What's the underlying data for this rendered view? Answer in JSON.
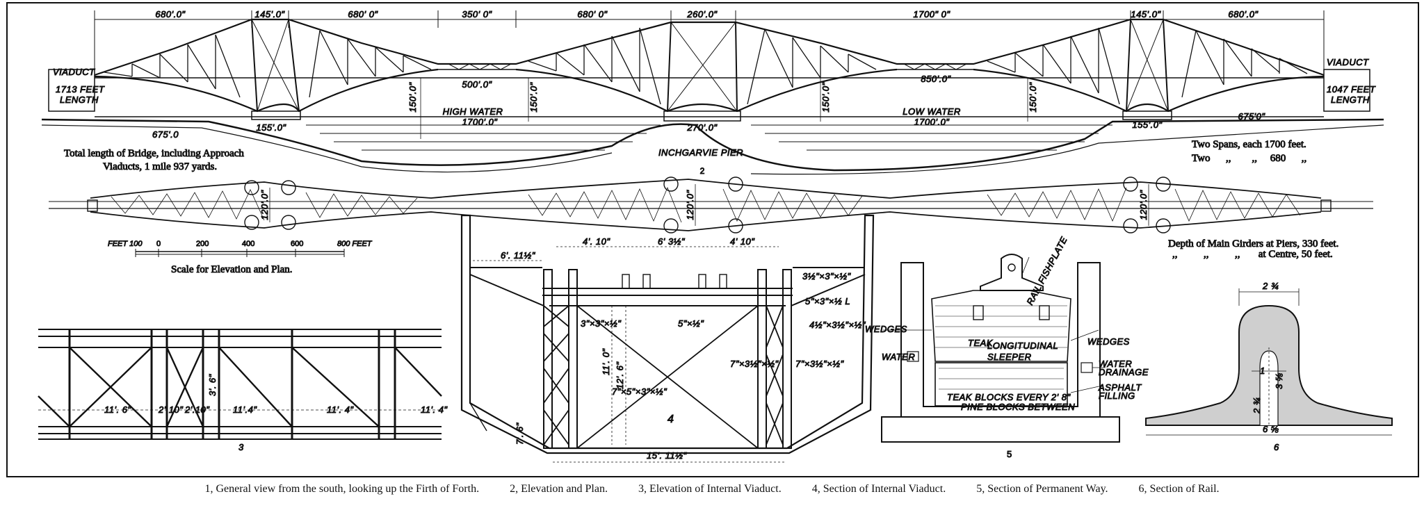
{
  "elevation": {
    "top_dims": [
      "680'.0\"",
      "145'.0\"",
      "680' 0\"",
      "350' 0\"",
      "680' 0\"",
      "260'.0\"",
      "1700\" 0\"",
      "145'.0\"",
      "680'.0\""
    ],
    "viaduct_left": "VIADUCT",
    "viaduct_right": "VIADUCT",
    "left_length": [
      "1713 FEET",
      "LENGTH"
    ],
    "right_length": [
      "1047 FEET",
      "LENGTH"
    ],
    "span_500": "500'.0\"",
    "span_850": "850'.0\"",
    "heights": [
      "150'.0\"",
      "150'.0\"",
      "150'.0\"",
      "150'.0\""
    ],
    "high_water": "HIGH WATER",
    "low_water": "LOW WATER",
    "span_1700_a": "1700'.0\"",
    "span_1700_b": "1700'.0\"",
    "base_675_left": "675'.0",
    "base_155_left": "155'.0\"",
    "base_270": "270'.0\"",
    "base_155_right": "155'.0\"",
    "base_675_right": "675'0\"",
    "pier": "INCHGARVIE PIER",
    "fig_no": "2",
    "total_length": [
      "Total length of Bridge, including Approach",
      "Viaducts, 1 mile 937 yards."
    ],
    "spans_note": [
      "Two Spans, each 1700 feet.",
      "Two      ,,        ,,     680      ,,"
    ]
  },
  "plan": {
    "widths": [
      "120'.0\"",
      "120'.0\"",
      "120'.0\""
    ]
  },
  "scale": {
    "feet": "FEET 100",
    "ticks": [
      "0",
      "200",
      "400",
      "600",
      "800 FEET"
    ],
    "caption": "Scale for Elevation and Plan."
  },
  "depth_note": [
    "Depth of Main Girders at Piers, 330 feet.",
    ",,          ,,          ,,       at Centre, 50 feet."
  ],
  "fig3": {
    "dims": [
      "11'. 6\"",
      "2'.10\"",
      "2'.10\"",
      "11'.4\"",
      "3'. 6\"",
      "11'. 4\"",
      "11'. 4\""
    ],
    "no": "3"
  },
  "fig4": {
    "dims": [
      "6'. 11½\"",
      "4'. 10\"",
      "6' 3½\"",
      "4' 10\"",
      "15'. 11½\"",
      "11'. 0\"",
      "12'. 6\"",
      "3\"×3\"×½\"",
      "5\"×½\"",
      "7\"×3½\"×½\"",
      "7\"×3½\"×½\"",
      "4½\"×3½\"×½\"",
      "7\"×5\"×3\"×½\"",
      "3½\"×3\"×½\"",
      "5\"×3\"×½ L",
      "7'. 6\""
    ],
    "no": "4"
  },
  "fig5": {
    "rail_fishplate": "RAIL FISHPLATE",
    "wedges_left": "WEDGES",
    "wedges_right": "WEDGES",
    "teak": "TEAK",
    "longitudinal": "LONGITUDINAL",
    "sleeper": "SLEEPER",
    "water": "WATER",
    "water_drainage": [
      "WATER",
      "DRAINAGE"
    ],
    "asphalt": [
      "ASPHALT",
      "FILLING"
    ],
    "teak_blocks": "TEAK BLOCKS EVERY 2' 8\"",
    "pine_blocks": "PINE BLOCKS BETWEEN",
    "no": "5"
  },
  "fig6": {
    "top": "2 ¾",
    "mid": "1",
    "h1": "3 ⅝",
    "h2": "2 ¾",
    "base": "6 ⅝",
    "no": "6"
  },
  "captions": [
    "1, General view from the south, looking up the Firth of Forth.",
    "2, Elevation and Plan.",
    "3, Elevation of Internal Viaduct.",
    "4, Section of Internal Viaduct.",
    "5, Section of Permanent Way.",
    "6, Section of Rail."
  ]
}
